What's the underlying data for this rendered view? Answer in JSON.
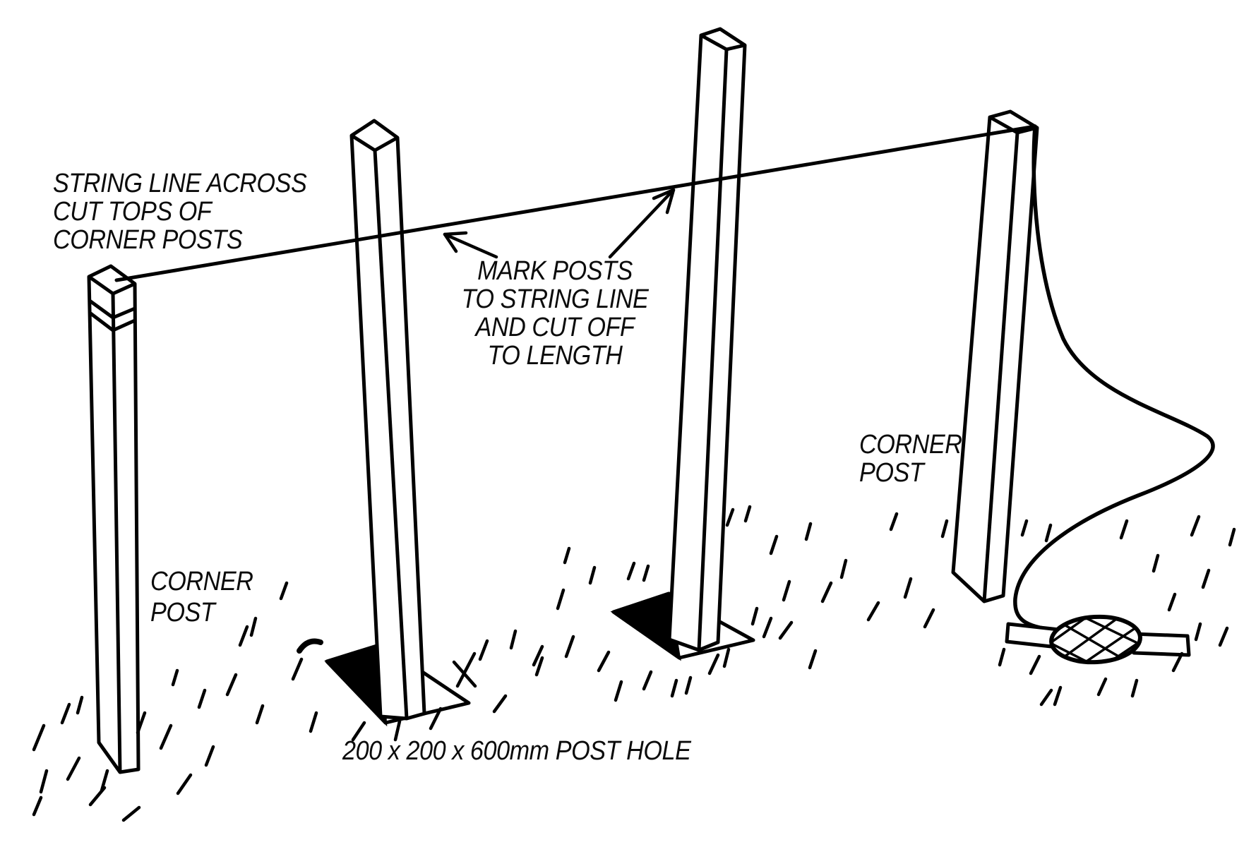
{
  "colors": {
    "ink": "#000000",
    "paper": "#ffffff"
  },
  "labels": {
    "string_line": {
      "line1": "STRING LINE ACROSS",
      "line2": "CUT TOPS OF",
      "line3": "CORNER POSTS"
    },
    "mark_posts": {
      "line1": "MARK POSTS",
      "line2": "TO STRING LINE",
      "line3": "AND CUT OFF",
      "line4": "TO LENGTH"
    },
    "corner_post_left": {
      "line1": "CORNER",
      "line2": "POST"
    },
    "corner_post_right": {
      "line1": "CORNER",
      "line2": "POST"
    },
    "post_hole": "200 x 200 x 600mm POST HOLE"
  }
}
